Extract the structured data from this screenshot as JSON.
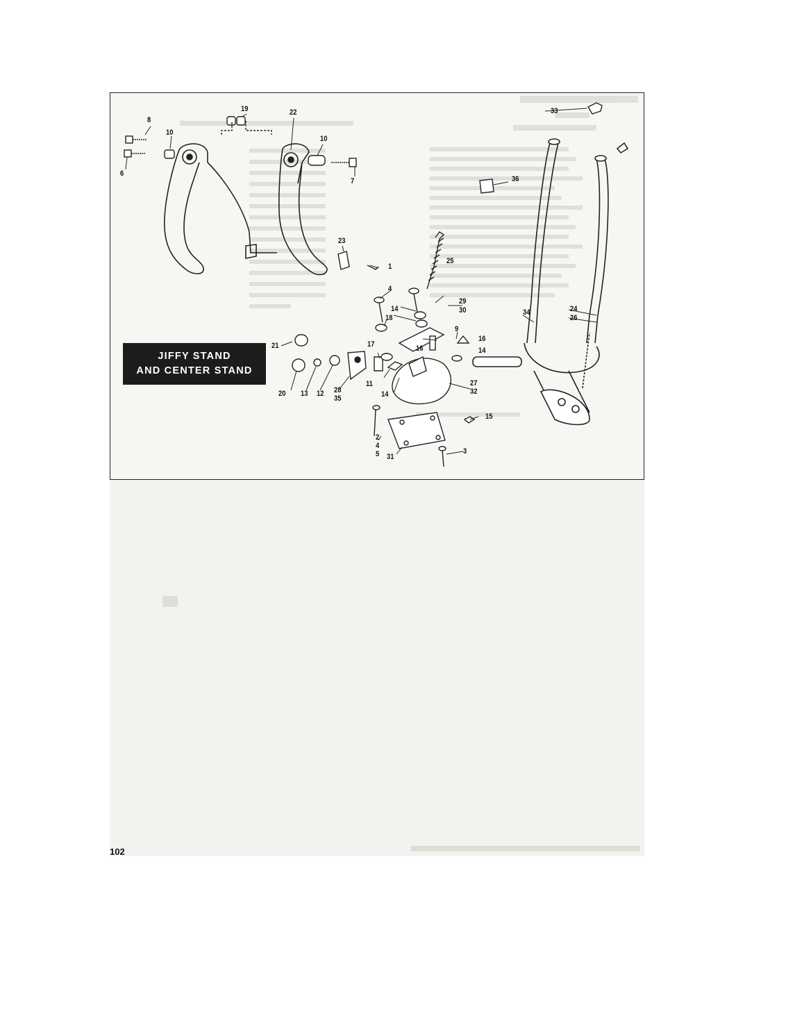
{
  "figure": {
    "title_line1": "JIFFY STAND",
    "title_line2": "AND CENTER STAND"
  },
  "callouts": {
    "c1": "1",
    "c2": "2",
    "c3": "3",
    "c4a": "4",
    "c4b": "4",
    "c5": "5",
    "c6": "6",
    "c7": "7",
    "c8": "8",
    "c9": "9",
    "c10a": "10",
    "c10b": "10",
    "c11": "11",
    "c12": "12",
    "c13": "13",
    "c14a": "14",
    "c14b": "14",
    "c14c": "14",
    "c15": "15",
    "c16a": "16",
    "c16b": "16",
    "c17": "17",
    "c18": "18",
    "c19": "19",
    "c20": "20",
    "c21": "21",
    "c22": "22",
    "c23": "23",
    "c24": "24",
    "c25": "25",
    "c26": "26",
    "c27": "27",
    "c28": "28",
    "c29": "29",
    "c30": "30",
    "c31": "31",
    "c32": "32",
    "c33": "33",
    "c34": "34",
    "c35": "35",
    "c36": "36"
  },
  "page_number": "102"
}
